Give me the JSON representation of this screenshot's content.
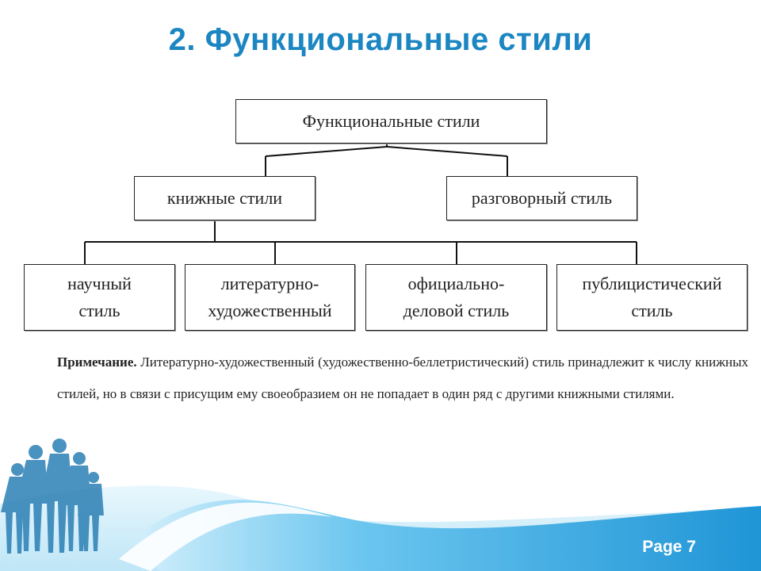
{
  "slide": {
    "title": "2. Функциональные стили",
    "page_label": "Page 7"
  },
  "diagram": {
    "root": "Функциональные стили",
    "level1": [
      "книжные стили",
      "разговорный стиль"
    ],
    "level2": [
      "научный\nстиль",
      "литературно-\nхудожественный",
      "официально-\nделовой стиль",
      "публицистический\nстиль"
    ]
  },
  "note": {
    "label": "Примечание.",
    "text": "Литературно-художественный (художественно-беллетристический) стиль принадлежит к числу книжных стилей, но в связи с присущим ему своеобразием он не попадает в один ряд с другими книжными стилями."
  },
  "colors": {
    "title": "#1b86c2",
    "footer_wave": "#2aa3dc"
  }
}
